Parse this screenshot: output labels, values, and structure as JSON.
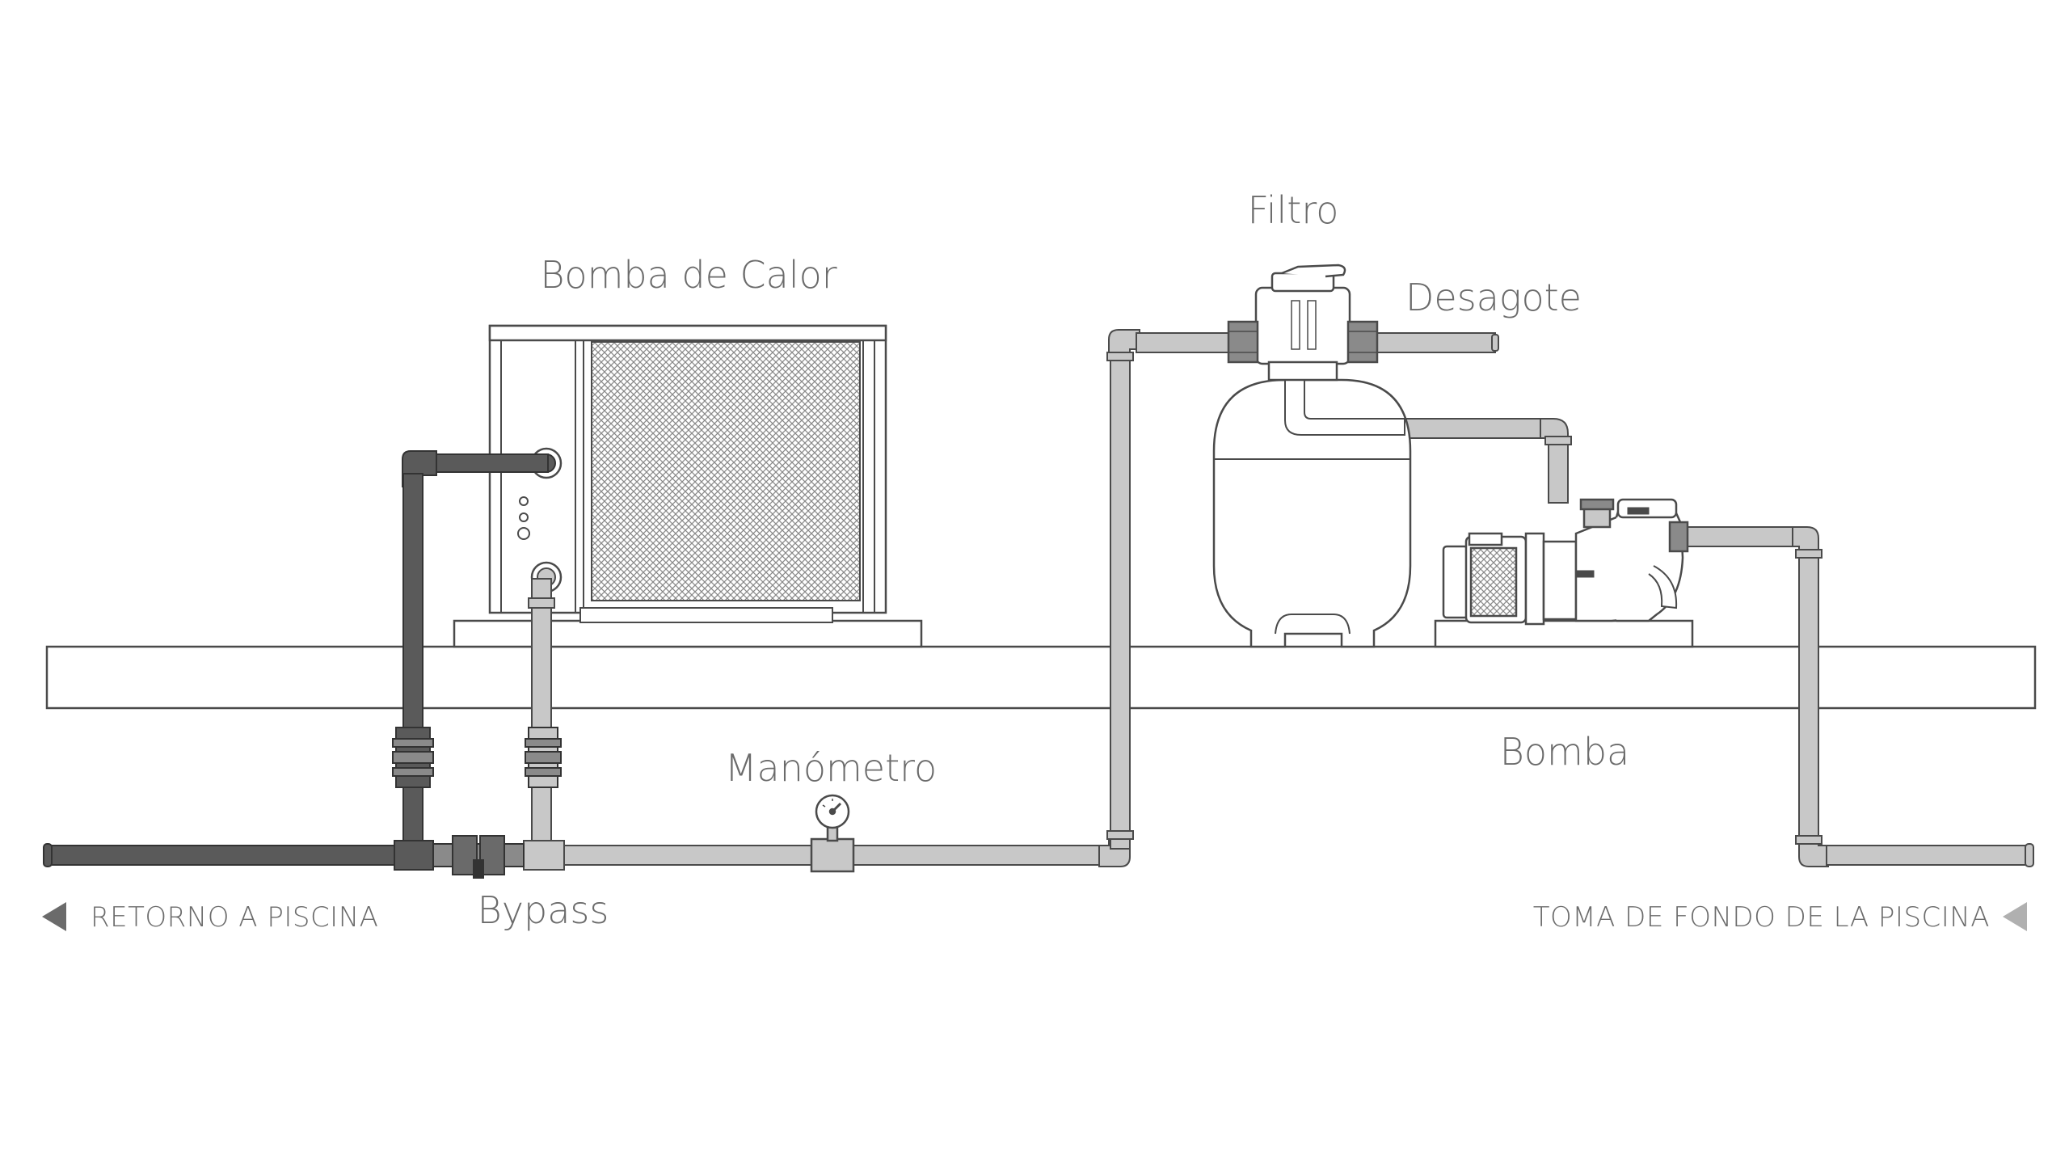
{
  "labels": {
    "filtro": "Filtro",
    "bomba_de_calor": "Bomba de Calor",
    "desagote": "Desagote",
    "manometro": "Manómetro",
    "bomba": "Bomba",
    "bypass": "Bypass",
    "retorno": "RETORNO A PISCINA",
    "toma": "TOMA DE FONDO DE LA PISCINA"
  },
  "colors": {
    "pipe_light": "#c8c8c8",
    "pipe_dark": "#5a5a5a",
    "outline": "#4a4a4a",
    "label_text": "#6b6b6b",
    "background": "#ffffff"
  },
  "icons": {
    "retorno_arrow": "triangle-left-icon",
    "toma_arrow": "triangle-left-icon",
    "manometro_gauge": "pressure-gauge-icon"
  }
}
